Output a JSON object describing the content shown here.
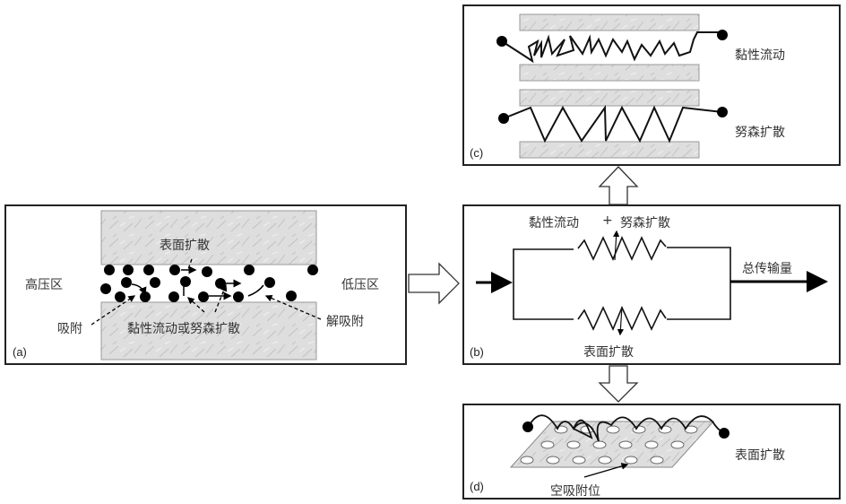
{
  "panels": {
    "a": {
      "tag": "(a)",
      "high_pressure": "高压区",
      "low_pressure": "低压区",
      "surface_diffusion": "表面扩散",
      "adsorption": "吸附",
      "desorption": "解吸附",
      "viscous_or_knudsen": "黏性流动或努森扩散"
    },
    "b": {
      "tag": "(b)",
      "top_path": "黏性流动",
      "plus": "+",
      "top_path_2": "努森扩散",
      "bottom_path": "表面扩散",
      "total": "总传输量"
    },
    "c": {
      "tag": "(c)",
      "viscous_flow": "黏性流动",
      "knudsen_diffusion": "努森扩散"
    },
    "d": {
      "tag": "(d)",
      "surface_diffusion": "表面扩散",
      "empty_site": "空吸附位"
    }
  },
  "colors": {
    "border": "#222222",
    "rock_fill": "#d9d9d9",
    "rock_stroke": "#8a8a8a",
    "text": "#333333",
    "particle": "#000000"
  }
}
